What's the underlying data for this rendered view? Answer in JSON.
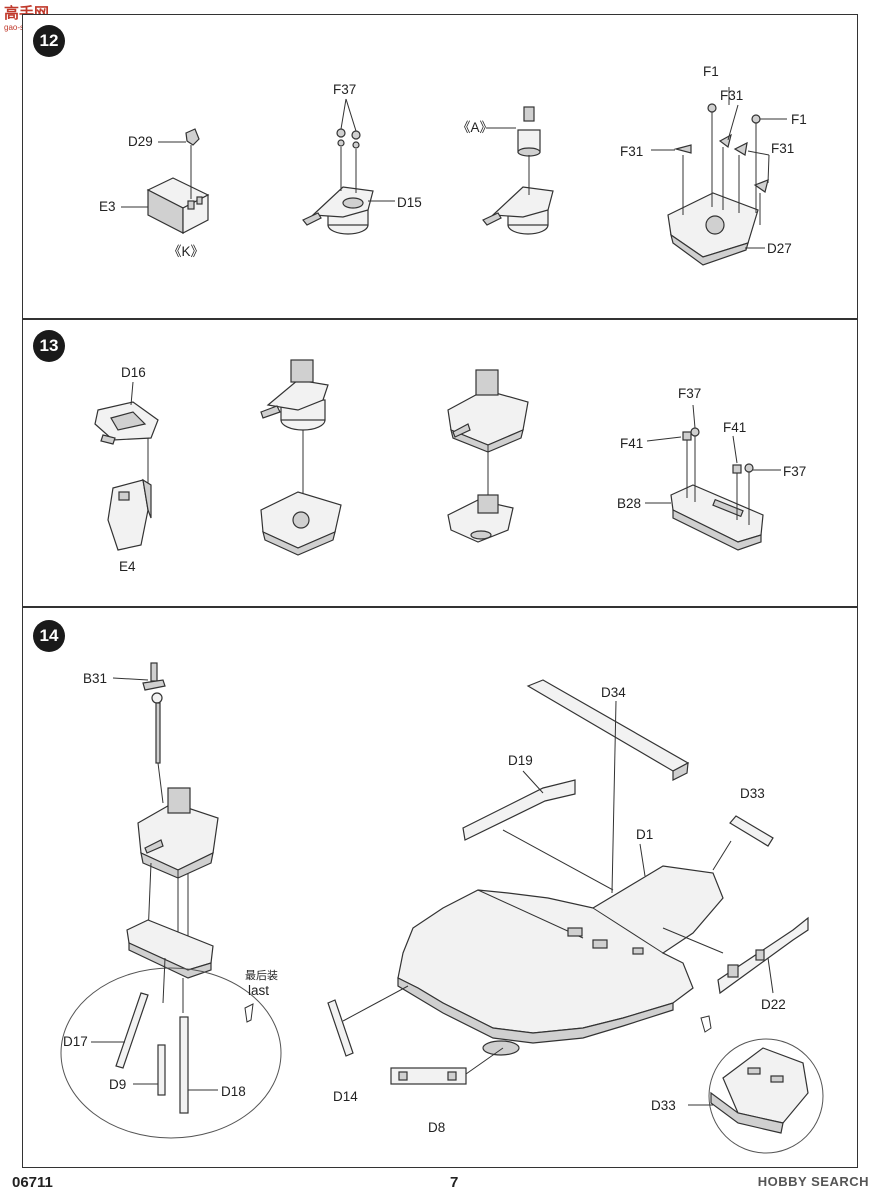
{
  "logo": {
    "line1": "高手网",
    "line2": "gao-shou.com"
  },
  "steps": {
    "s12": {
      "number": "12",
      "labels": {
        "d29": "D29",
        "e3": "E3",
        "k": "《K》",
        "f37": "F37",
        "d15": "D15",
        "a": "《A》",
        "f1a": "F1",
        "f31a": "F31",
        "f1b": "F1",
        "f31b": "F31",
        "f31c": "F31",
        "d27": "D27"
      }
    },
    "s13": {
      "number": "13",
      "labels": {
        "d16": "D16",
        "e4": "E4",
        "f37a": "F37",
        "f41a": "F41",
        "f41b": "F41",
        "f37b": "F37",
        "b28": "B28"
      }
    },
    "s14": {
      "number": "14",
      "labels": {
        "b31": "B31",
        "last_cn": "最后装",
        "last_en": "last",
        "d17": "D17",
        "d9": "D9",
        "d18": "D18",
        "d34": "D34",
        "d19": "D19",
        "d33a": "D33",
        "d1": "D1",
        "d22": "D22",
        "d14": "D14",
        "d8": "D8",
        "d33b": "D33"
      }
    }
  },
  "footer": {
    "code": "06711",
    "page": "7"
  },
  "watermark": "HOBBY SEARCH"
}
